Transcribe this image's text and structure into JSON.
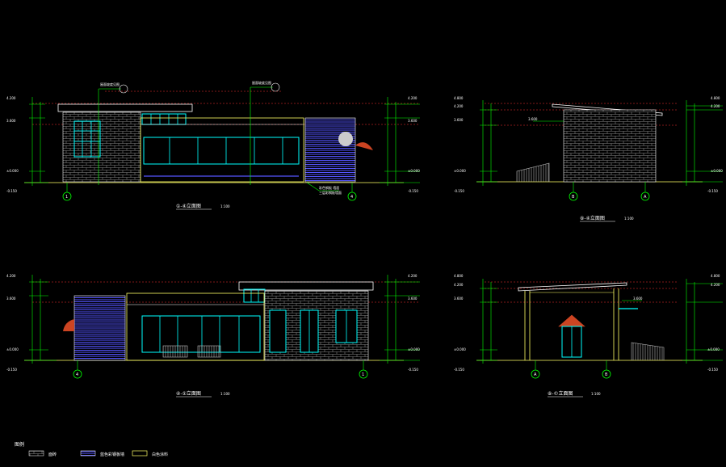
{
  "drawing": {
    "views": [
      {
        "title": "①-④立面图",
        "scale": "1:100",
        "axis_left": "1",
        "axis_right": "4",
        "notes": [
          "屋面坡度见图",
          "屋面坡度见图"
        ],
        "material_note": [
          "彩色钢板 墙面",
          "三层彩钢板墙面"
        ],
        "levels_left": [
          "4.200",
          "3.600",
          "±0.000",
          "-0.150"
        ],
        "levels_right": [
          "4.200",
          "3.600",
          "±0.000",
          "-0.150"
        ]
      },
      {
        "title": "⑧-④立面图",
        "scale": "1:100",
        "axis_left": "B",
        "axis_right": "A",
        "levels_left": [
          "4.800",
          "4.200",
          "3.600",
          "±0.000",
          "-0.150"
        ],
        "levels_right": [
          "4.800",
          "4.200",
          "±0.000",
          "-0.150"
        ],
        "inner_level": "3.600"
      },
      {
        "title": "④-①立面图",
        "scale": "1:100",
        "axis_left": "4",
        "axis_right": "1",
        "levels_left": [
          "4.200",
          "3.600",
          "±0.000",
          "-0.150"
        ],
        "levels_right": [
          "4.200",
          "3.600",
          "±0.000",
          "-0.150"
        ]
      },
      {
        "title": "⑧-©立面图",
        "scale": "1:100",
        "axis_left": "A",
        "axis_right": "B",
        "levels_left": [
          "4.800",
          "4.200",
          "3.600",
          "±0.000",
          "-0.150"
        ],
        "levels_right": [
          "4.800",
          "4.200",
          "±0.000",
          "-0.150"
        ],
        "inner_level": "3.600"
      }
    ],
    "legend": {
      "title": "图例",
      "items": [
        "面砖",
        "蓝色彩钢板墙",
        "白色涂料"
      ]
    },
    "colors": {
      "background": "#000000",
      "dim_green": "#00ff00",
      "window_cyan": "#00ffff",
      "wall_yellow": "#ffff66",
      "panel_blue": "#5555ff",
      "red_dash": "#ff3333",
      "brick_gray": "#8a8a8a"
    }
  }
}
